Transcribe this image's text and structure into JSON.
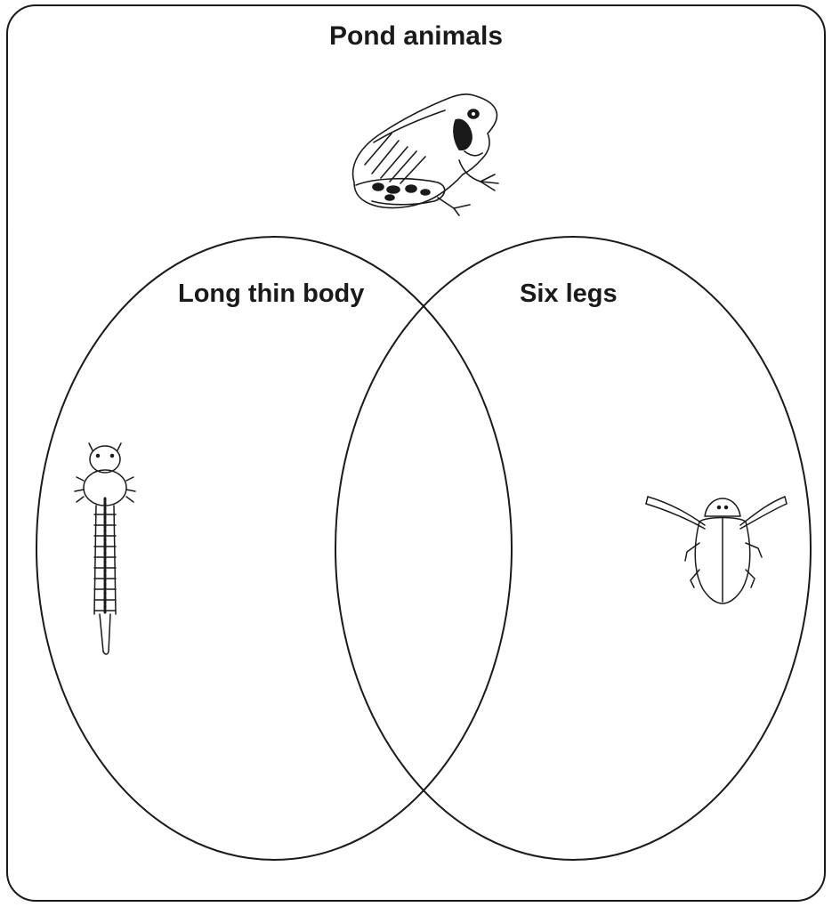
{
  "diagram": {
    "type": "venn",
    "title": "Pond animals",
    "sets": [
      {
        "label": "Long thin body"
      },
      {
        "label": "Six legs"
      }
    ],
    "animals": [
      {
        "name": "frog-drawing",
        "region": "outside"
      },
      {
        "name": "larva-drawing",
        "region": "long-thin-body-only"
      },
      {
        "name": "beetle-drawing",
        "region": "six-legs-only"
      }
    ]
  },
  "colors": {
    "stroke": "#1a1a1a",
    "background": "#ffffff"
  }
}
